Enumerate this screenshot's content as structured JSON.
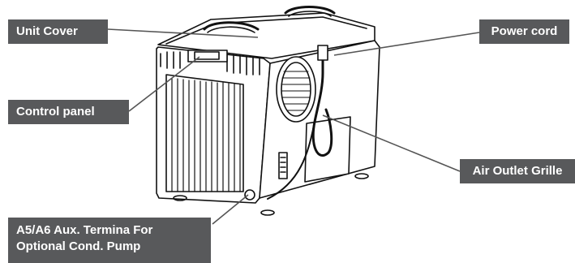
{
  "labels": {
    "unit_cover": "Unit Cover",
    "power_cord": "Power cord",
    "control_panel": "Control panel",
    "air_outlet_grille": "Air Outlet Grille",
    "aux_terminal_line1": "A5/A6 Aux. Termina For",
    "aux_terminal_line2": "Optional Cond. Pump"
  },
  "colors": {
    "label_background": "#58595b",
    "label_text": "#ffffff",
    "line": "#555555"
  }
}
